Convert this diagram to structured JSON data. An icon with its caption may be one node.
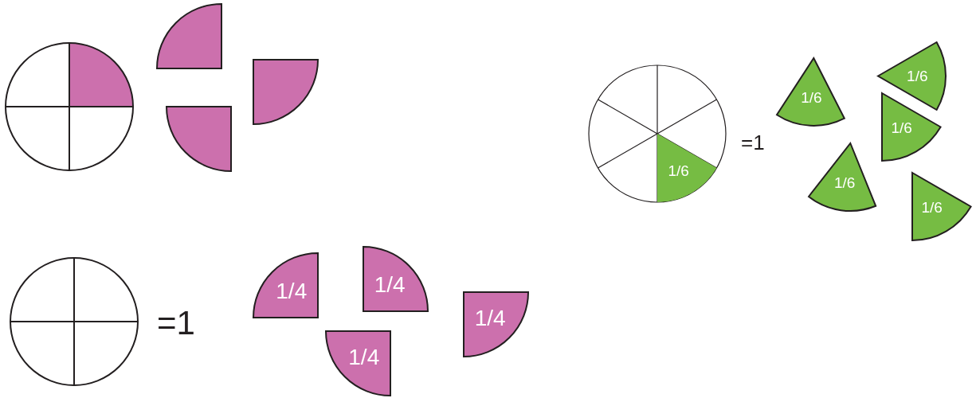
{
  "diagram": {
    "nodes": [
      {
        "text": [],
        "shape": "sector"
      },
      {
        "text": [],
        "shape": "sector"
      },
      {
        "text": [],
        "shape": "sector"
      },
      {
        "text": [
          "1/6"
        ]
      },
      {
        "text": [
          "1/6"
        ]
      },
      {
        "text": [
          "1/6"
        ]
      },
      {
        "text": [
          "1/6"
        ]
      },
      {
        "text": [
          "1/6"
        ]
      },
      {
        "text": [
          "1/6"
        ]
      },
      {
        "text": [
          "1/4"
        ]
      },
      {
        "text": [
          "1/4"
        ]
      },
      {
        "text": [
          "1/4"
        ]
      },
      {
        "text": [
          "1/4"
        ]
      }
    ],
    "edges": [],
    "labels": [
      "=1",
      "=1"
    ]
  }
}
